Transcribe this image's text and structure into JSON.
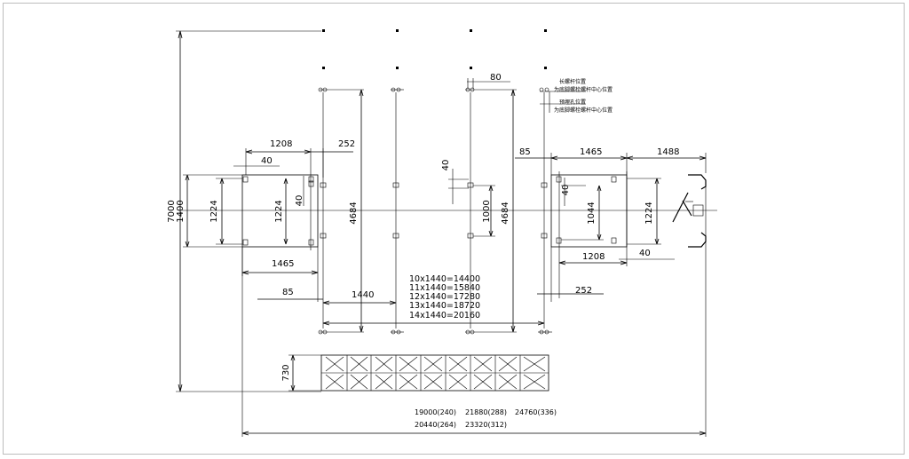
{
  "dimensions": {
    "overall_height": "7000",
    "left_frame_height": "1400",
    "left_inner_1224": "1224",
    "left_inner_1224_b": "1224",
    "left_40_v": "40",
    "left_1208": "1208",
    "left_40_h": "40",
    "left_252": "252",
    "left_1465": "1465",
    "left_85": "85",
    "pitch_1440": "1440",
    "rail_4684_left": "4684",
    "rail_4684_right": "4684",
    "top_80": "80",
    "mid_40": "40",
    "mid_1000": "1000",
    "right_85": "85",
    "right_1465": "1465",
    "right_1488": "1488",
    "right_40_v": "40",
    "right_1044": "1044",
    "right_1224": "1224",
    "right_1208": "1208",
    "right_40_h": "40",
    "right_252": "252",
    "pit_730": "730"
  },
  "formulas": [
    "10x1440=14400",
    "11x1440=15840",
    "12x1440=17280",
    "13x1440=18720",
    "14x1440=20160"
  ],
  "bottom_lengths": [
    "19000(240)",
    "20440(264)",
    "21880(288)",
    "23320(312)",
    "24760(336)"
  ],
  "legend_notes": [
    "长螺杆位置",
    "为底脚螺栓螺杆中心位置",
    "预埋孔位置",
    "为底脚螺栓螺杆中心位置"
  ]
}
